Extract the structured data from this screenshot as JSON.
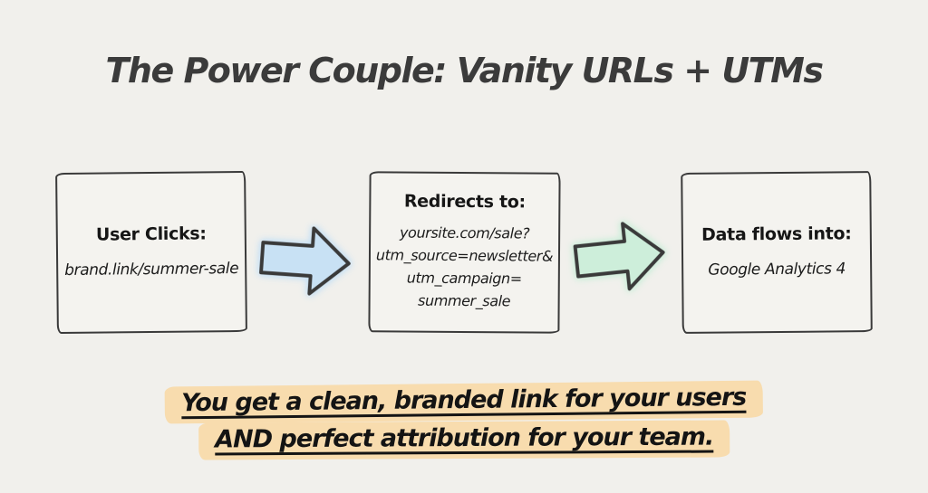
{
  "title": "The Power Couple: Vanity URLs + UTMs",
  "flow": {
    "box1": {
      "heading": "User Clicks:",
      "line1": "brand.link/summer-sale"
    },
    "box2": {
      "heading": "Redirects to:",
      "line1": "yoursite.com/sale?",
      "line2": "utm_source=newsletter&",
      "line3": "utm_campaign=",
      "line4": "summer_sale"
    },
    "box3": {
      "heading": "Data flows into:",
      "line1": "Google Analytics 4"
    },
    "arrow1": {
      "icon": "right-arrow",
      "color": "#c8e1f4"
    },
    "arrow2": {
      "icon": "right-arrow",
      "color": "#cdeeda"
    }
  },
  "callout": {
    "line1": "You get a clean, branded link for your users",
    "line2": "AND perfect attribution for your team.",
    "highlight_color": "#f8dcae"
  },
  "colors": {
    "background": "#f1f0ec",
    "ink": "#3a3a3a",
    "text": "#1f1f1f"
  }
}
